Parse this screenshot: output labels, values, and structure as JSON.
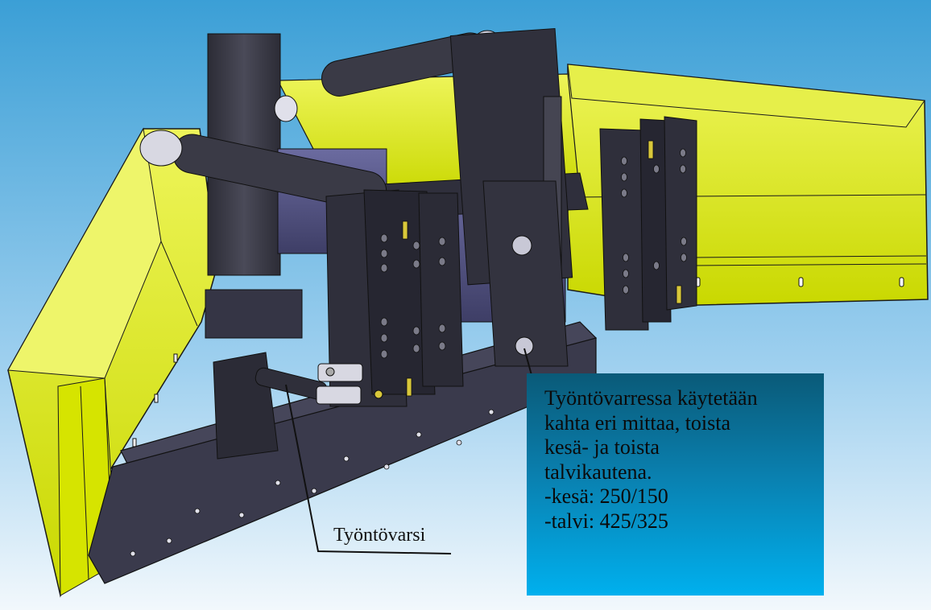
{
  "callout": {
    "lines": [
      "Työntövarressa käytetään",
      "kahta eri mittaa, toista",
      "kesä- ja toista",
      "talvikautena.",
      "-kesä: 250/150",
      "-talvi: 425/325"
    ]
  },
  "part_label": "Työntövarsi",
  "colors": {
    "background_top": "#3b9fd6",
    "background_bottom": "#f2f8fc",
    "blade_yellow": "#d8e800",
    "frame_dark": "#3b3b47",
    "callout_top": "#0a5a78",
    "callout_bottom": "#00b0ee"
  }
}
